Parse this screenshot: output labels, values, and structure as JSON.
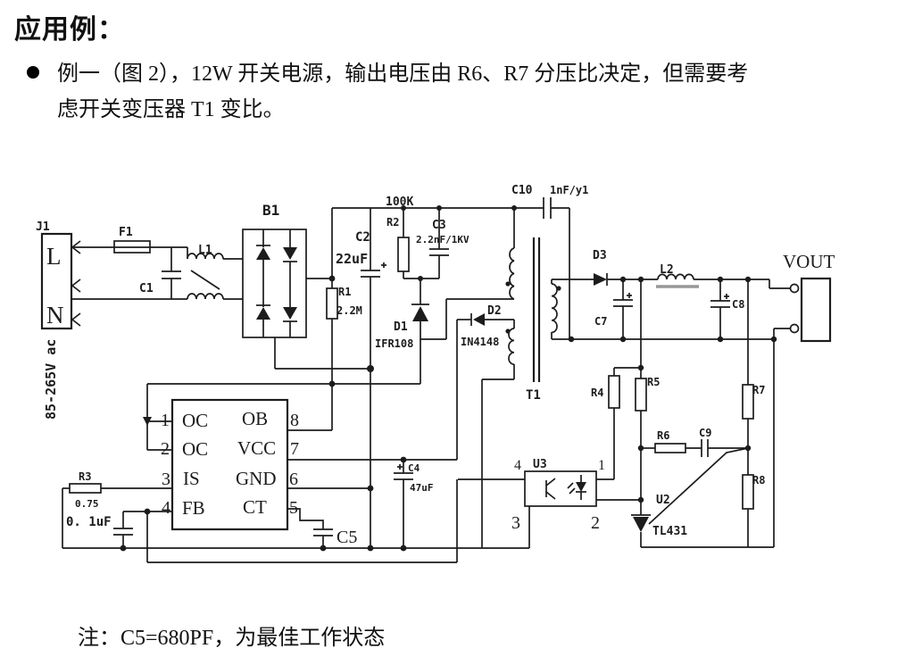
{
  "header": {
    "title": "应用例："
  },
  "bullet": {
    "line1": "例一（图 2），12W 开关电源，输出电压由 R6、R7 分压比决定，但需要考",
    "line2": "虑开关变压器 T1 变比。"
  },
  "note": {
    "text": "注：C5=680PF，为最佳工作状态"
  },
  "colors": {
    "ink": "#1c1c1c",
    "paper": "#ffffff"
  },
  "schematic": {
    "labels": {
      "j1": "J1",
      "l": "L",
      "n": "N",
      "mains": "85-265V ac",
      "f1": "F1",
      "c1": "C1",
      "l1": "L1",
      "b1": "B1",
      "c2": "C2",
      "c2_val": "22uF",
      "r1": "R1",
      "r1_val": "2.2M",
      "r2_val_top": "100K",
      "r2": "R2",
      "c3": "C3",
      "c3_val": "2.2nF/1KV",
      "c10": "C10",
      "c10_val": "1nF/y1",
      "d1": "D1",
      "d1_val": "IFR108",
      "d2": "D2",
      "d2_val": "IN4148",
      "t1": "T1",
      "d3": "D3",
      "l2": "L2",
      "c7": "C7",
      "c8": "C8",
      "vout": "VOUT",
      "r4": "R4",
      "r5": "R5",
      "r6": "R6",
      "r7": "R7",
      "r8": "R8",
      "c9": "C9",
      "u2": "U2",
      "u2_val": "TL431",
      "u3": "U3",
      "u3_pin1": "1",
      "u3_pin2": "2",
      "u3_pin3": "3",
      "u3_pin4": "4",
      "c4": "C4",
      "c4_val": "47uF",
      "c5": "C5",
      "r3": "R3",
      "r3_val": "0.75",
      "fb_cap_val": "0. 1uF"
    },
    "ic": {
      "pins_left": [
        "1",
        "2",
        "3",
        "4"
      ],
      "pins_right": [
        "8",
        "7",
        "6",
        "5"
      ],
      "names_left": [
        "OC",
        "OC",
        "IS",
        "FB"
      ],
      "names_right": [
        "OB",
        "VCC",
        "GND",
        "CT"
      ]
    }
  }
}
